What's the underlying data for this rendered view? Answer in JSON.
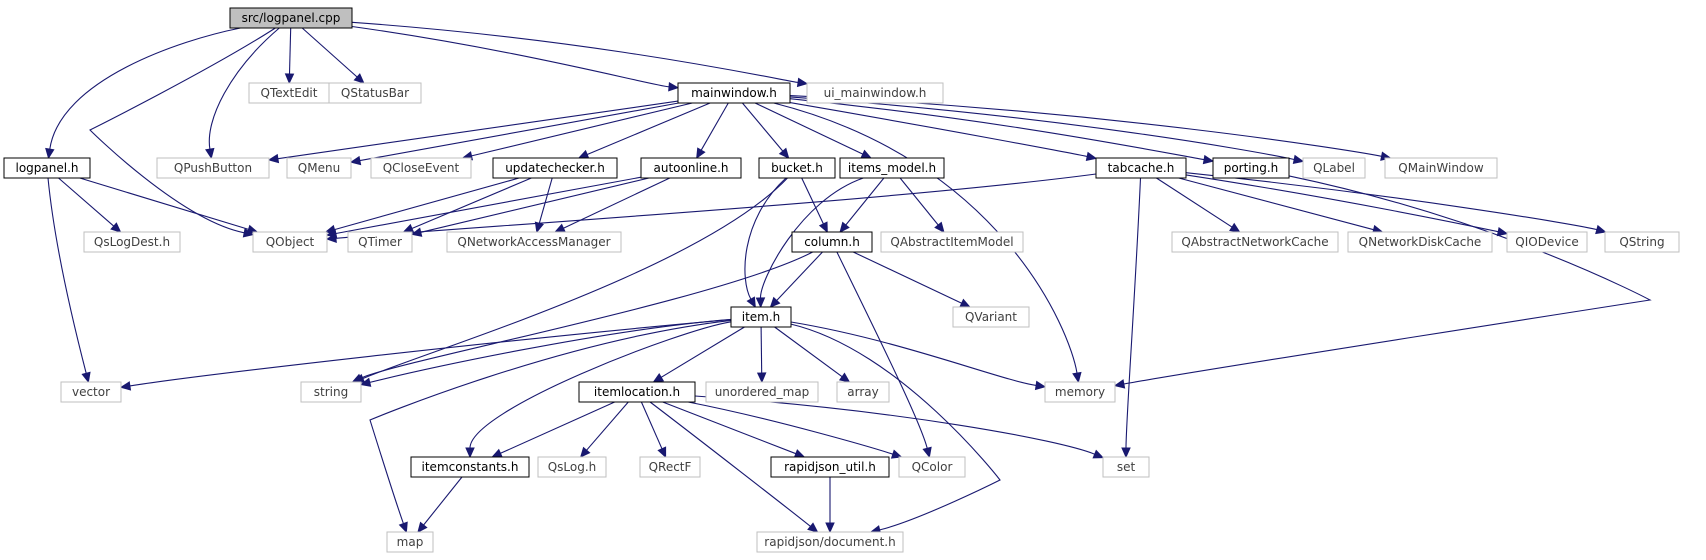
{
  "graph": {
    "title": "src/logpanel.cpp",
    "colors": {
      "root_fill": "#bfbfbf",
      "node_fill": "#ffffff",
      "project_border": "#000000",
      "external_border": "#bfbfbf",
      "project_text": "#000000",
      "external_text": "#404040",
      "edge": "#191970"
    },
    "nodes": [
      {
        "id": "root",
        "label": "src/logpanel.cpp",
        "kind": "root"
      },
      {
        "id": "qtextedit",
        "label": "QTextEdit",
        "kind": "external"
      },
      {
        "id": "qstatusbar",
        "label": "QStatusBar",
        "kind": "external"
      },
      {
        "id": "mainwindow",
        "label": "mainwindow.h",
        "kind": "project"
      },
      {
        "id": "ui_mainwindow",
        "label": "ui_mainwindow.h",
        "kind": "external"
      },
      {
        "id": "logpanel",
        "label": "logpanel.h",
        "kind": "project"
      },
      {
        "id": "qpushbutton",
        "label": "QPushButton",
        "kind": "external"
      },
      {
        "id": "qmenu",
        "label": "QMenu",
        "kind": "external"
      },
      {
        "id": "qcloseevent",
        "label": "QCloseEvent",
        "kind": "external"
      },
      {
        "id": "updatechecker",
        "label": "updatechecker.h",
        "kind": "project"
      },
      {
        "id": "autoonline",
        "label": "autoonline.h",
        "kind": "project"
      },
      {
        "id": "bucket",
        "label": "bucket.h",
        "kind": "project"
      },
      {
        "id": "items_model",
        "label": "items_model.h",
        "kind": "project"
      },
      {
        "id": "tabcache",
        "label": "tabcache.h",
        "kind": "project"
      },
      {
        "id": "porting",
        "label": "porting.h",
        "kind": "project"
      },
      {
        "id": "qlabel",
        "label": "QLabel",
        "kind": "external"
      },
      {
        "id": "qmainwindow",
        "label": "QMainWindow",
        "kind": "external"
      },
      {
        "id": "qslogdest",
        "label": "QsLogDest.h",
        "kind": "external"
      },
      {
        "id": "qobject",
        "label": "QObject",
        "kind": "external"
      },
      {
        "id": "qtimer",
        "label": "QTimer",
        "kind": "external"
      },
      {
        "id": "qnam",
        "label": "QNetworkAccessManager",
        "kind": "external"
      },
      {
        "id": "column",
        "label": "column.h",
        "kind": "project"
      },
      {
        "id": "qaim",
        "label": "QAbstractItemModel",
        "kind": "external"
      },
      {
        "id": "qanc",
        "label": "QAbstractNetworkCache",
        "kind": "external"
      },
      {
        "id": "qndc",
        "label": "QNetworkDiskCache",
        "kind": "external"
      },
      {
        "id": "qiodevice",
        "label": "QIODevice",
        "kind": "external"
      },
      {
        "id": "qstring",
        "label": "QString",
        "kind": "external"
      },
      {
        "id": "item",
        "label": "item.h",
        "kind": "project"
      },
      {
        "id": "qvariant",
        "label": "QVariant",
        "kind": "external"
      },
      {
        "id": "vector",
        "label": "vector",
        "kind": "external"
      },
      {
        "id": "string",
        "label": "string",
        "kind": "external"
      },
      {
        "id": "itemlocation",
        "label": "itemlocation.h",
        "kind": "project"
      },
      {
        "id": "unordered_map",
        "label": "unordered_map",
        "kind": "external"
      },
      {
        "id": "array",
        "label": "array",
        "kind": "external"
      },
      {
        "id": "memory",
        "label": "memory",
        "kind": "external"
      },
      {
        "id": "itemconstants",
        "label": "itemconstants.h",
        "kind": "project"
      },
      {
        "id": "qslog",
        "label": "QsLog.h",
        "kind": "external"
      },
      {
        "id": "qrectf",
        "label": "QRectF",
        "kind": "external"
      },
      {
        "id": "rapidjson_util",
        "label": "rapidjson_util.h",
        "kind": "project"
      },
      {
        "id": "qcolor",
        "label": "QColor",
        "kind": "external"
      },
      {
        "id": "set",
        "label": "set",
        "kind": "external"
      },
      {
        "id": "map",
        "label": "map",
        "kind": "external"
      },
      {
        "id": "rapidjson_doc",
        "label": "rapidjson/document.h",
        "kind": "external"
      }
    ],
    "edges": [
      [
        "root",
        "qtextedit"
      ],
      [
        "root",
        "qstatusbar"
      ],
      [
        "root",
        "mainwindow"
      ],
      [
        "root",
        "ui_mainwindow"
      ],
      [
        "root",
        "logpanel"
      ],
      [
        "root",
        "qpushbutton"
      ],
      [
        "root",
        "qobject"
      ],
      [
        "mainwindow",
        "qpushbutton"
      ],
      [
        "mainwindow",
        "qmenu"
      ],
      [
        "mainwindow",
        "qcloseevent"
      ],
      [
        "mainwindow",
        "updatechecker"
      ],
      [
        "mainwindow",
        "autoonline"
      ],
      [
        "mainwindow",
        "bucket"
      ],
      [
        "mainwindow",
        "items_model"
      ],
      [
        "mainwindow",
        "tabcache"
      ],
      [
        "mainwindow",
        "porting"
      ],
      [
        "mainwindow",
        "qlabel"
      ],
      [
        "mainwindow",
        "qmainwindow"
      ],
      [
        "mainwindow",
        "memory"
      ],
      [
        "logpanel",
        "qslogdest"
      ],
      [
        "logpanel",
        "qobject"
      ],
      [
        "logpanel",
        "vector"
      ],
      [
        "updatechecker",
        "qobject"
      ],
      [
        "updatechecker",
        "qtimer"
      ],
      [
        "updatechecker",
        "qnam"
      ],
      [
        "autoonline",
        "qobject"
      ],
      [
        "autoonline",
        "qtimer"
      ],
      [
        "autoonline",
        "qnam"
      ],
      [
        "bucket",
        "column"
      ],
      [
        "bucket",
        "item"
      ],
      [
        "bucket",
        "string"
      ],
      [
        "items_model",
        "column"
      ],
      [
        "items_model",
        "qaim"
      ],
      [
        "items_model",
        "item"
      ],
      [
        "tabcache",
        "qobject"
      ],
      [
        "tabcache",
        "qanc"
      ],
      [
        "tabcache",
        "qndc"
      ],
      [
        "tabcache",
        "qiodevice"
      ],
      [
        "tabcache",
        "qstring"
      ],
      [
        "tabcache",
        "set"
      ],
      [
        "porting",
        "memory"
      ],
      [
        "column",
        "item"
      ],
      [
        "column",
        "qvariant"
      ],
      [
        "column",
        "qcolor"
      ],
      [
        "column",
        "string"
      ],
      [
        "item",
        "vector"
      ],
      [
        "item",
        "string"
      ],
      [
        "item",
        "itemlocation"
      ],
      [
        "item",
        "unordered_map"
      ],
      [
        "item",
        "array"
      ],
      [
        "item",
        "memory"
      ],
      [
        "item",
        "itemconstants"
      ],
      [
        "item",
        "map"
      ],
      [
        "item",
        "rapidjson_doc"
      ],
      [
        "itemlocation",
        "itemconstants"
      ],
      [
        "itemlocation",
        "qslog"
      ],
      [
        "itemlocation",
        "qrectf"
      ],
      [
        "itemlocation",
        "rapidjson_util"
      ],
      [
        "itemlocation",
        "qcolor"
      ],
      [
        "itemlocation",
        "set"
      ],
      [
        "itemlocation",
        "rapidjson_doc"
      ],
      [
        "itemconstants",
        "map"
      ],
      [
        "rapidjson_util",
        "rapidjson_doc"
      ]
    ]
  }
}
